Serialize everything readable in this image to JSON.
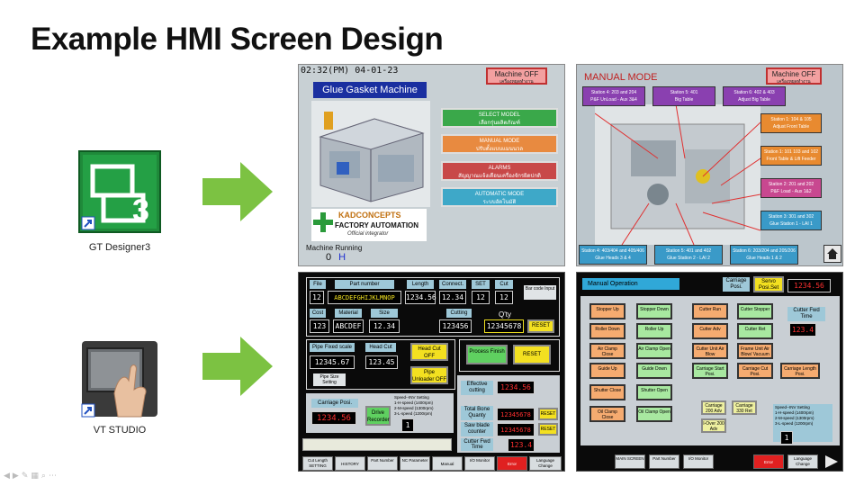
{
  "slide": {
    "title": "Example HMI Screen Design"
  },
  "tools": [
    {
      "name": "GT Designer3"
    },
    {
      "name": "VT STUDIO"
    }
  ],
  "screen1": {
    "datetime": "02:32(PM)  04-01-23",
    "machine_off": "Machine OFF",
    "machine_off_sub": "เครื่องหยุดทำงาน",
    "machine_title": "Glue Gasket Machine",
    "menu": [
      {
        "label": "SELECT MODEL",
        "sub": "เลือกรุ่นผลิตภัณฑ์",
        "color": "#3aa84a"
      },
      {
        "label": "MANUAL MODE",
        "sub": "ปรับตั้งแบบแมนนวล",
        "color": "#e88a40"
      },
      {
        "label": "ALARMS",
        "sub": "สัญญาณแจ้งเตือนเครื่องจักรผิดปกติ",
        "color": "#c84848"
      },
      {
        "label": "AUTOMATIC MODE",
        "sub": "ระบบอัตโนมัติ",
        "color": "#3ea8c8"
      }
    ],
    "brand": "KADCONCEPTS",
    "brand_sub": "FACTORY AUTOMATION",
    "brand_tag": "Official integrator",
    "running_label": "Machine Running",
    "running_value": "0",
    "running_h": "H"
  },
  "screen2": {
    "title": "MANUAL MODE",
    "machine_off": "Machine OFF",
    "machine_off_sub": "เครื่องหยุดทำงาน",
    "top_buttons": [
      {
        "l1": "Station 4: 203 and 204",
        "l2": "P&F UnLoad - Aux 3&4",
        "color": "#8a40b0"
      },
      {
        "l1": "Station 5: 401",
        "l2": "Big Table",
        "color": "#8a40b0"
      },
      {
        "l1": "Station 6: 402 & 403",
        "l2": "Adjust Big Table",
        "color": "#8a40b0"
      }
    ],
    "right_buttons": [
      {
        "l1": "Station 1: 104 & 105",
        "l2": "Adjust Front Table",
        "color": "#e88a30"
      },
      {
        "l1": "Station 1: 101 103 and 102",
        "l2": "Front Table & Lift Feeder",
        "color": "#e88a30"
      },
      {
        "l1": "Station 2: 201 and 202",
        "l2": "P&F Load - Aux 1&2",
        "color": "#c84890"
      },
      {
        "l1": "Station 3: 301 and 302",
        "l2": "Glue Station 1 - LAI 1",
        "color": "#3a9ac8"
      }
    ],
    "bottom_buttons": [
      {
        "l1": "Station 4: 403/404 and 405/406",
        "l2": "Glue Heads 3 & 4"
      },
      {
        "l1": "Station 5: 401 and 402",
        "l2": "Glue Station 2 - LAI 2"
      },
      {
        "l1": "Station 6: 203/204 and 205/206",
        "l2": "Glue Heads 1 & 2"
      }
    ]
  },
  "screen3": {
    "labels": {
      "file": "File",
      "part_number": "Part number",
      "length": "Length",
      "connect": "Connect.",
      "set": "SET",
      "cut": "Cut",
      "barcode": "Bar code Input",
      "cost": "Cost",
      "material": "Material",
      "size": "Size",
      "cutting": "Cutting",
      "qty": "Q'ty",
      "reset": "RESET",
      "pipe_fixed": "Pipe Fixed scale",
      "head_cut": "Head Cut",
      "head_cut_btn": "Head Cut OFF",
      "pipe_unloader": "Pipe Unloader OFF",
      "pipe_size": "Pipe Size Setting",
      "process": "Process Finish",
      "carriage_posi": "Carriage Posi.",
      "drive_recorder": "Drive Recorder",
      "speed_title": "Speed--INV Setting",
      "speed1": "1-H-speed (1400rpm)",
      "speed2": "2-M-speed (1300rpm)",
      "speed3": "3-L-speed (1200rpm)",
      "effective": "Effective cutting",
      "total_bone": "Total Bone Quanty",
      "saw_blade": "Saw blade counter",
      "cutter_fwd": "Cutter Fwd Time"
    },
    "values": {
      "file": "12",
      "part_number": "ABCDEFGHIJKLMNOP",
      "length": "1234.56",
      "connect": "12.34",
      "set": "12",
      "cut": "12",
      "cost": "123",
      "material": "ABCDEF",
      "size": "12.34",
      "cutting": "123456",
      "qty": "12345678",
      "pipe_fixed": "12345.67",
      "head_cut": "123.45",
      "carriage_posi": "1234.56",
      "speed_val": "1",
      "effective": "1234.56",
      "total_bone": "12345678",
      "saw_blade": "12345678",
      "cutter_fwd": "123.4"
    },
    "nav": [
      "Cut Length SETTING",
      "HISTORY",
      "Part Number",
      "NC Parameter",
      "Manual",
      "I/O Monitor",
      "Error",
      "Language Change"
    ]
  },
  "screen4": {
    "title": "Manual Operation",
    "carriage_posi": "Carriage Posi.",
    "servo": "Servo Posi.Set",
    "servo_val": "1234.56",
    "cutter_fwd": "Cutter Fwd Time",
    "cutter_fwd_val": "123.4",
    "rows": [
      [
        "Stopper Up",
        "Stopper Down",
        "Cutter Run",
        "Cutter Stopper"
      ],
      [
        "Roller Down",
        "Roller Up",
        "Cutter Adv",
        "Cutter Ret"
      ],
      [
        "Air Clamp Close",
        "Air Clamp Open",
        "Cutter Unit Air Blow",
        "Frame Unit Air Blow/ Vacuum"
      ],
      [
        "Guide Up",
        "Guide Down",
        "Carriage Start Posi.",
        "Carriage Cut Posi."
      ],
      [
        "Shutter Close",
        "Shutter Open"
      ],
      [
        "Oil Clamp Close",
        "Oil Clamp Open"
      ]
    ],
    "extra": {
      "carriage_length": "Carriage Length Posi.",
      "carr_fwd": "Carriage 200 Adv",
      "carr_ret": "Carriage 330 Ret",
      "inch": "I-Over 200 Adv"
    },
    "speed_title": "Speed--INV Setting",
    "speed1": "1-H-speed (1400rpm)",
    "speed2": "2-M-speed (1300rpm)",
    "speed3": "3-L-speed (1200rpm)",
    "speed_val": "1",
    "nav": [
      "MAIN SCREEN",
      "Part Number",
      "I/O Monitor",
      "Error",
      "Language Change"
    ]
  }
}
